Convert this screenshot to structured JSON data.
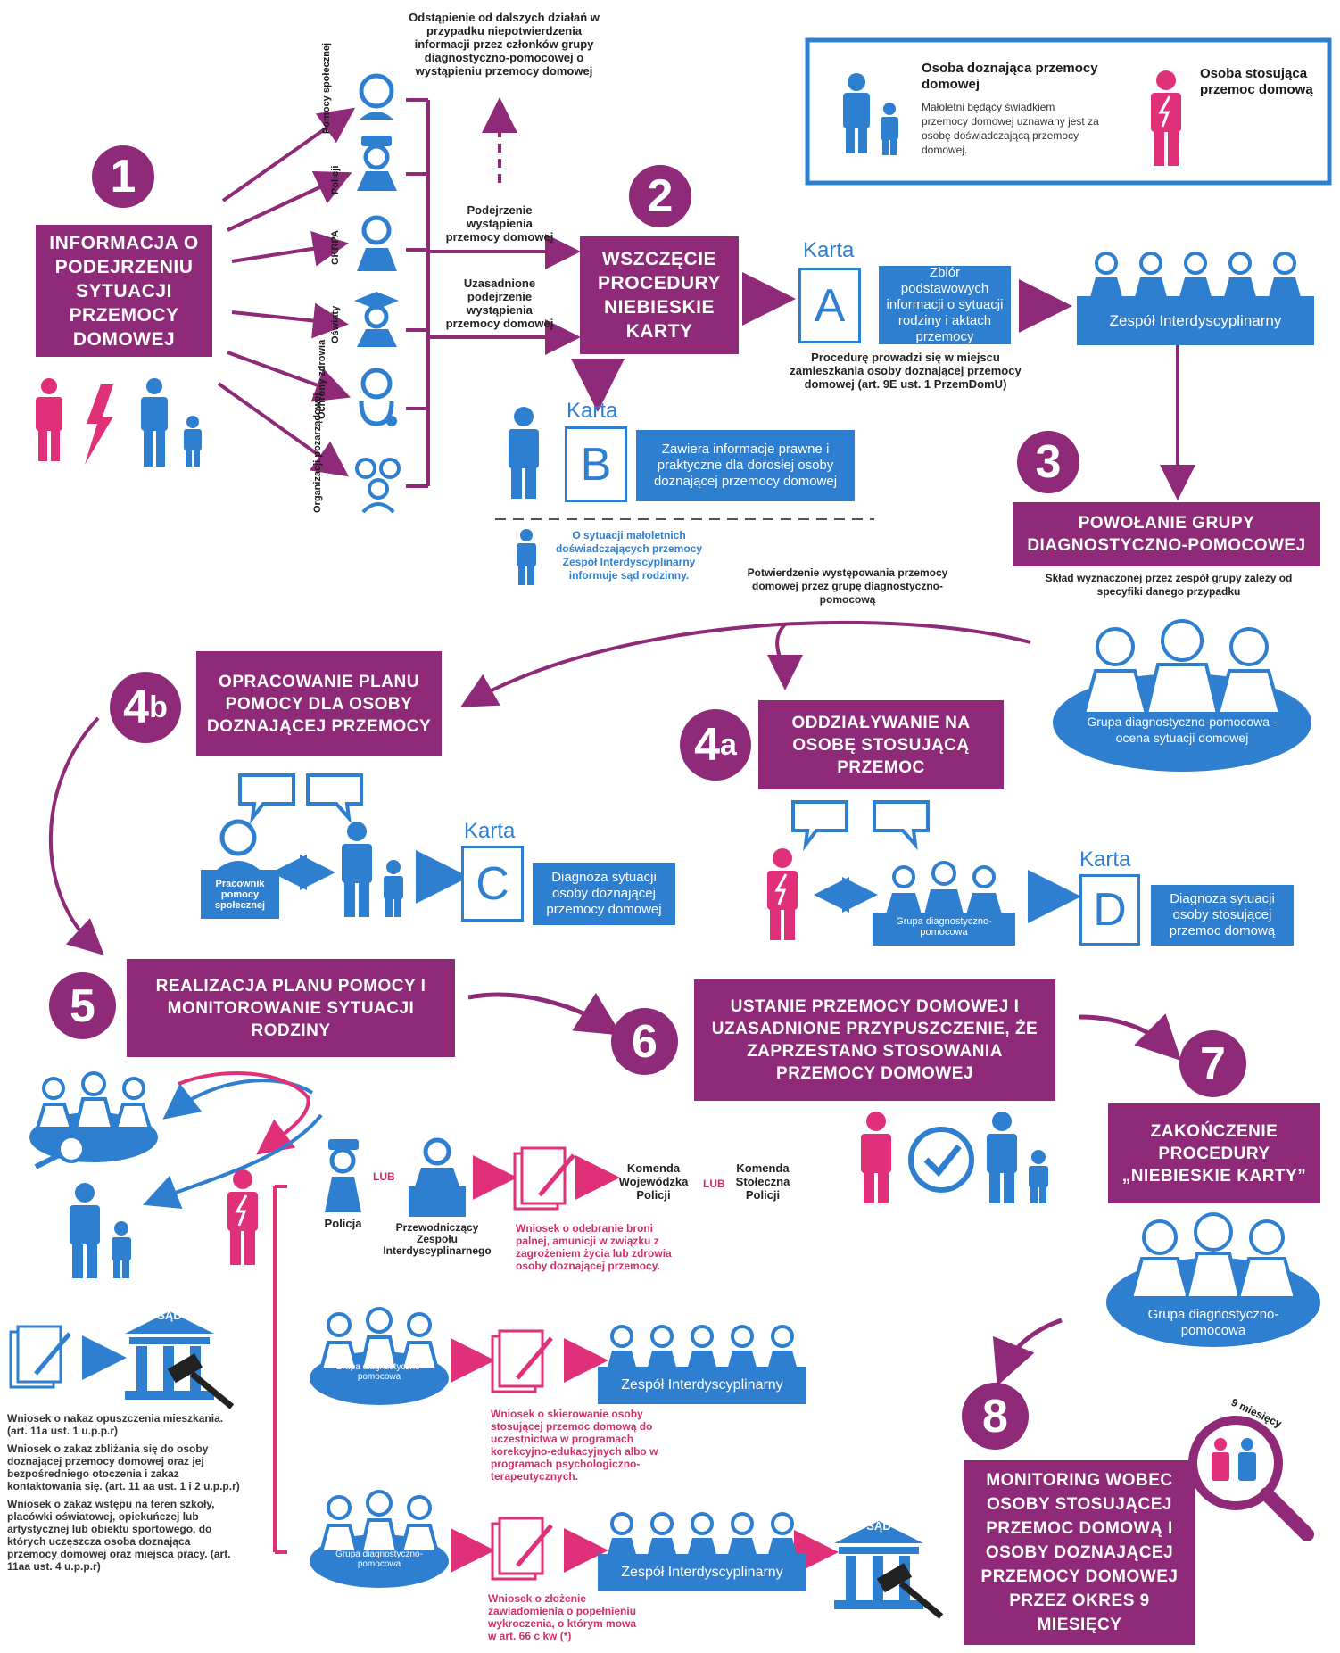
{
  "legend": {
    "victim_title": "Osoba doznająca przemocy domowej",
    "victim_desc": "Małoletni będący świadkiem przemocy domowej uznawany jest za osobę doświadczającą przemocy domowej.",
    "perpetrator_title": "Osoba stosująca przemoc domową"
  },
  "step1": {
    "num": "1",
    "title": "INFORMACJA O PODEJRZENIU SYTUACJI PRZEMOCY DOMOWEJ"
  },
  "institutions": [
    "Pomocy społecznej",
    "Policji",
    "GKRPA",
    "Oświaty",
    "Ochrony zdrowia",
    "Organizacji pozarządowej"
  ],
  "withdrawal_note": "Odstąpienie od dalszych działań w przypadku niepotwierdzenia informacji przez członków grupy diagnostyczno-pomocowej o wystąpieniu przemocy domowej",
  "suspicion_label": "Podejrzenie wystąpienia przemocy domowej",
  "justified_suspicion_label": "Uzasadnione podejrzenie wystąpienia przemocy domowej",
  "step2": {
    "num": "2",
    "title": "WSZCZĘCIE PROCEDURY NIEBIESKIE KARTY"
  },
  "karta_word": "Karta",
  "karta_a": {
    "letter": "A",
    "desc": "Zbiór podstawowych informacji o sytuacji rodziny i aktach przemocy",
    "note": "Procedurę prowadzi się w miejscu zamieszkania osoby doznającej przemocy domowej (art. 9E ust. 1 PrzemDomU)"
  },
  "zespol": "Zespół Interdyscyplinarny",
  "karta_b": {
    "letter": "B",
    "desc": "Zawiera informacje prawne i praktyczne dla dorosłej osoby doznającej przemocy domowej"
  },
  "minors_note": "O sytuacji małoletnich doświadczających przemocy Zespół Interdyscyplinarny informuje sąd rodzinny.",
  "step3": {
    "num": "3",
    "title": "POWOŁANIE GRUPY DIAGNOSTYCZNO-POMOCOWEJ",
    "note": "Skład wyznaczonej przez zespół grupy zależy od specyfiki danego przypadku"
  },
  "group_eval": "Grupa diagnostyczno-pomocowa - ocena sytuacji domowej",
  "confirmation": "Potwierdzenie występowania przemocy domowej przez grupę diagnostyczno-pomocową",
  "step4b": {
    "num": "4",
    "suffix": "b",
    "title": "OPRACOWANIE PLANU POMOCY DLA OSOBY DOZNAJĄCEJ PRZEMOCY"
  },
  "step4a": {
    "num": "4",
    "suffix": "a",
    "title": "ODDZIAŁYWANIE NA OSOBĘ STOSUJĄCĄ PRZEMOC"
  },
  "social_worker": "Pracownik pomocy społecznej",
  "karta_c": {
    "letter": "C",
    "desc": "Diagnoza sytuacji osoby doznającej przemocy domowej"
  },
  "group_label": "Grupa diagnostyczno-pomocowa",
  "karta_d": {
    "letter": "D",
    "desc": "Diagnoza sytuacji osoby stosującej przemoc domową"
  },
  "step5": {
    "num": "5",
    "title": "REALIZACJA PLANU POMOCY I MONITOROWANIE SYTUACJI RODZINY"
  },
  "step6": {
    "num": "6",
    "title": "USTANIE PRZEMOCY DOMOWEJ I UZASADNIONE PRZYPUSZCZENIE, ŻE ZAPRZESTANO STOSOWANIA PRZEMOCY DOMOWEJ"
  },
  "step7": {
    "num": "7",
    "title": "ZAKOŃCZENIE PROCEDURY „NIEBIESKIE KARTY”"
  },
  "step8": {
    "num": "8",
    "title": "MONITORING WOBEC OSOBY STOSUJĄCEJ PRZEMOC DOMOWĄ I OSOBY DOZNAJĄCEJ PRZEMOCY DOMOWEJ PRZEZ OKRES 9 MIESIĘCY",
    "months": "9 miesięcy"
  },
  "police": "Policja",
  "lub": "LUB",
  "chairman": "Przewodniczący Zespołu Interdyscyplinarnego",
  "komenda_woj": "Komenda Wojewódzka Policji",
  "komenda_stol": "Komenda Stołeczna Policji",
  "firearm_request": "Wniosek o odebranie broni palnej, amunicji w związku z zagrożeniem życia lub zdrowia osoby doznającej przemocy.",
  "program_request": "Wniosek o skierowanie osoby stosującej przemoc domową do uczestnictwa w programach korekcyjno-edukacyjnych albo w programach psychologiczno-terapeutycznych.",
  "offence_request": "Wniosek o złożenie zawiadomienia o popełnieniu wykroczenia, o którym mowa w art. 66 c kw (*)",
  "court": "SĄD",
  "requests": [
    "Wniosek o nakaz opuszczenia mieszkania. (art. 11a ust. 1 u.p.p.r)",
    "Wniosek o zakaz zbliżania się do osoby doznającej przemocy domowej oraz jej bezpośredniego otoczenia i zakaz kontaktowania się. (art. 11 aa ust. 1 i 2 u.p.p.r)",
    "Wniosek o zakaz wstępu na teren szkoły, placówki oświatowej, opiekuńczej lub artystycznej lub obiektu sportowego, do których uczęszcza osoba doznająca przemocy domowej oraz miejsca pracy. (art. 11aa ust. 4 u.p.p.r)"
  ],
  "colors": {
    "purple": "#8e2a78",
    "blue": "#2f7fd0",
    "pink": "#e0307a"
  }
}
